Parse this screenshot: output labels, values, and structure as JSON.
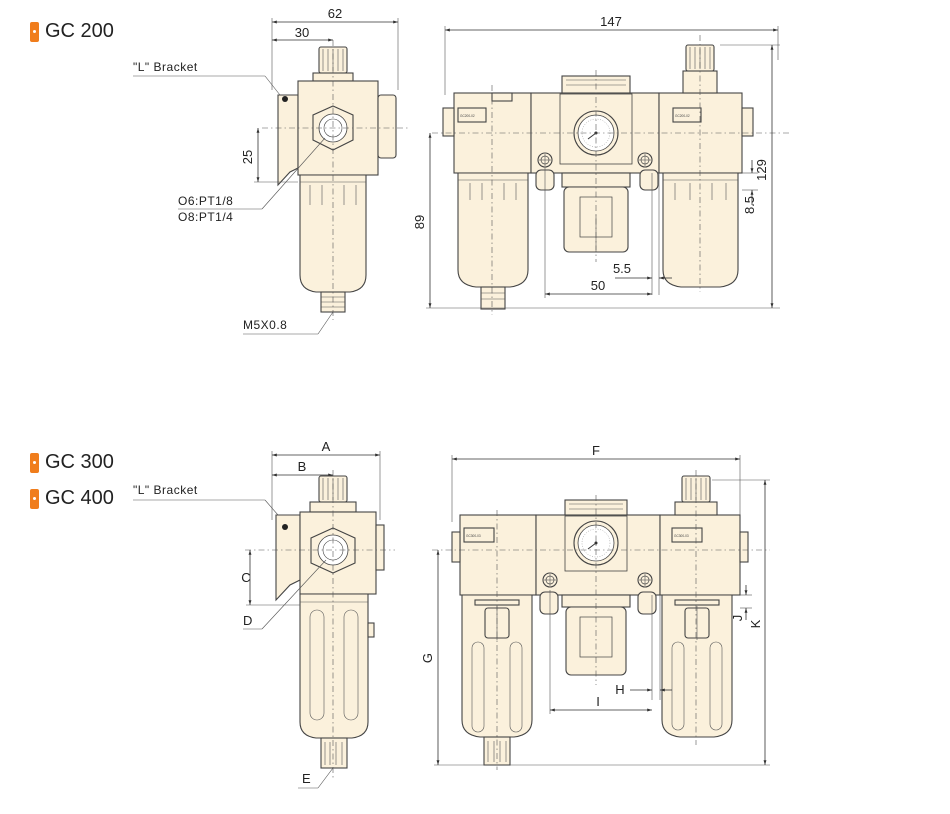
{
  "sections": [
    {
      "model": "GC 200"
    },
    {
      "model": "GC 300"
    },
    {
      "model": "GC 400"
    }
  ],
  "gc200_side": {
    "bracket_label": "\"L\" Bracket",
    "width_dim": "62",
    "half_dim": "30",
    "bracket_height_dim": "25",
    "port_label_1": "O6:PT1/8",
    "port_label_2": "O8:PT1/4",
    "drain_label": "M5X0.8"
  },
  "gc200_front": {
    "width_dim": "147",
    "height_dim": "129",
    "lower_height_dim": "89",
    "offset_dim": "8.5",
    "gap_dim": "5.5",
    "pitch_dim": "50"
  },
  "gc300_side": {
    "bracket_label": "\"L\" Bracket",
    "width_dim": "A",
    "half_dim": "B",
    "bracket_height_dim": "C",
    "port_label": "D",
    "drain_label": "E"
  },
  "gc300_front": {
    "width_dim": "F",
    "height_dim": "K",
    "lower_height_dim": "G",
    "offset_dim": "J",
    "gap_dim": "H",
    "pitch_dim": "I"
  },
  "colors": {
    "accent": "#f07d1c",
    "body": "#fbf1dc",
    "line": "#333333"
  }
}
